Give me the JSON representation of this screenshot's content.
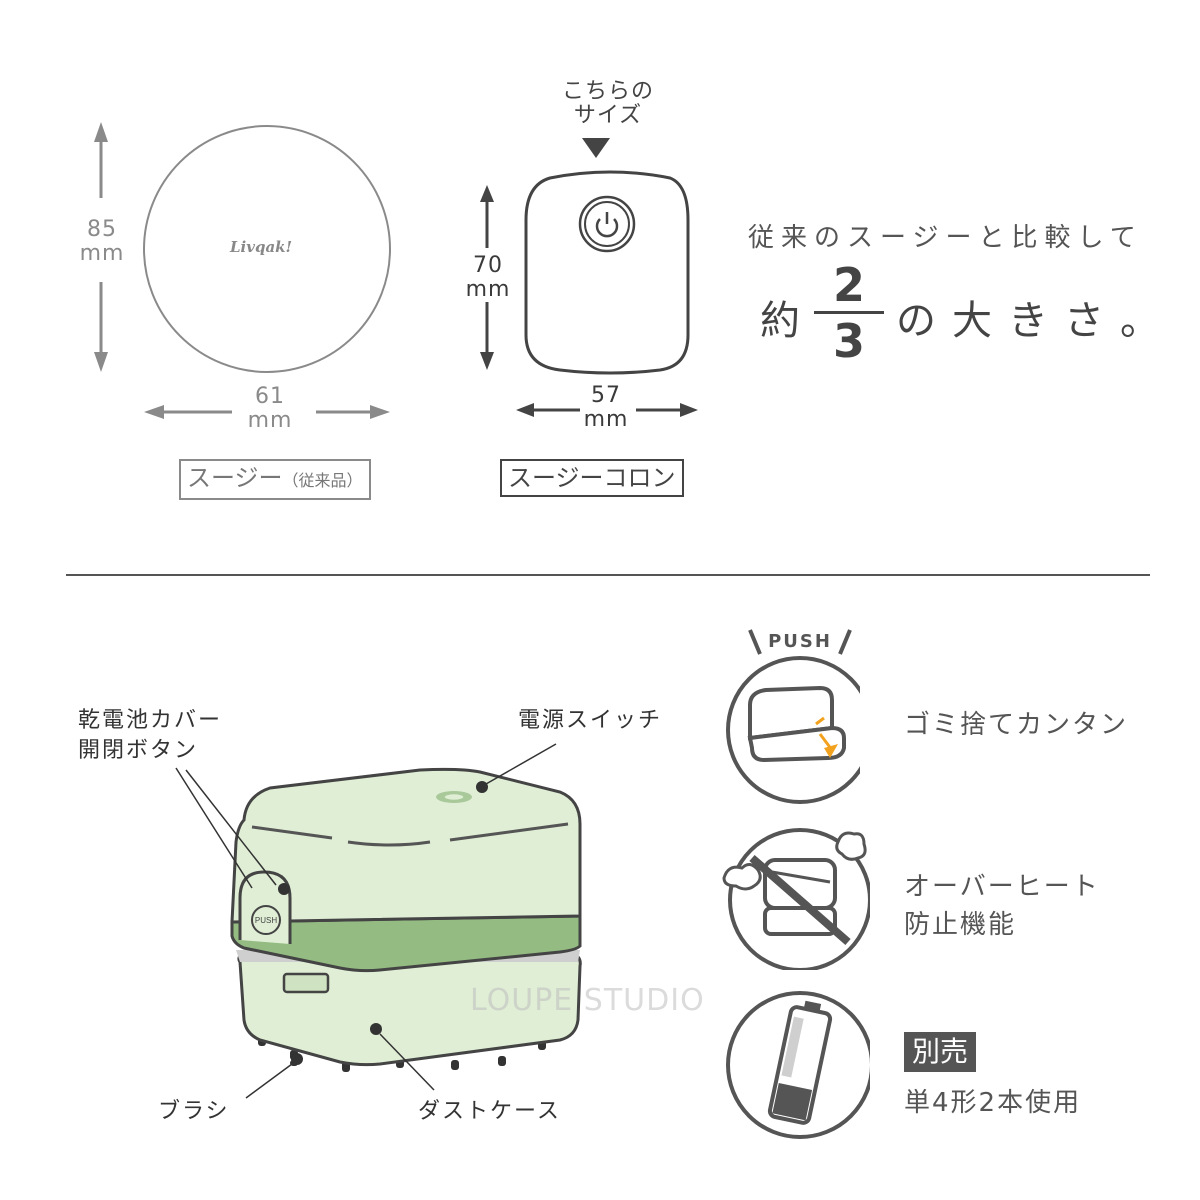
{
  "top": {
    "old_model": {
      "height_value": "85",
      "height_unit": "mm",
      "width_value": "61",
      "width_unit": "mm",
      "logo": "Livqak!",
      "label_main": "スージー",
      "label_sub": "（従来品）"
    },
    "new_model": {
      "pointer_line1": "こちらの",
      "pointer_line2": "サイズ",
      "height_value": "70",
      "height_unit": "mm",
      "width_value": "57",
      "width_unit": "mm",
      "label": "スージーコロン",
      "power_icon": "power-icon"
    },
    "comparison": {
      "headline": "従来のスージーと比較して",
      "prefix": "約",
      "numerator": "2",
      "denominator": "3",
      "suffix": "の大きさ。"
    }
  },
  "diagram": {
    "callouts": {
      "battery_cover_line1": "乾電池カバー",
      "battery_cover_line2": "開閉ボタン",
      "power_switch": "電源スイッチ",
      "brush": "ブラシ",
      "dust_case": "ダストケース"
    },
    "push_label": "PUSH",
    "watermark": "LOUPE STUDIO",
    "colors": {
      "body": "#dfeed5",
      "band": "#94bb82",
      "outline": "#444444"
    }
  },
  "features": [
    {
      "icon": "push-open-icon",
      "push_text": "PUSH",
      "line1": "ゴミ捨てカンタン",
      "line2": ""
    },
    {
      "icon": "overheat-prohibited-icon",
      "line1": "オーバーヒート",
      "line2": "防止機能"
    },
    {
      "icon": "battery-icon",
      "badge": "別売",
      "line1": "単4形2本使用"
    }
  ],
  "accent": {
    "orange": "#f2a21e",
    "gray": "#555555"
  }
}
